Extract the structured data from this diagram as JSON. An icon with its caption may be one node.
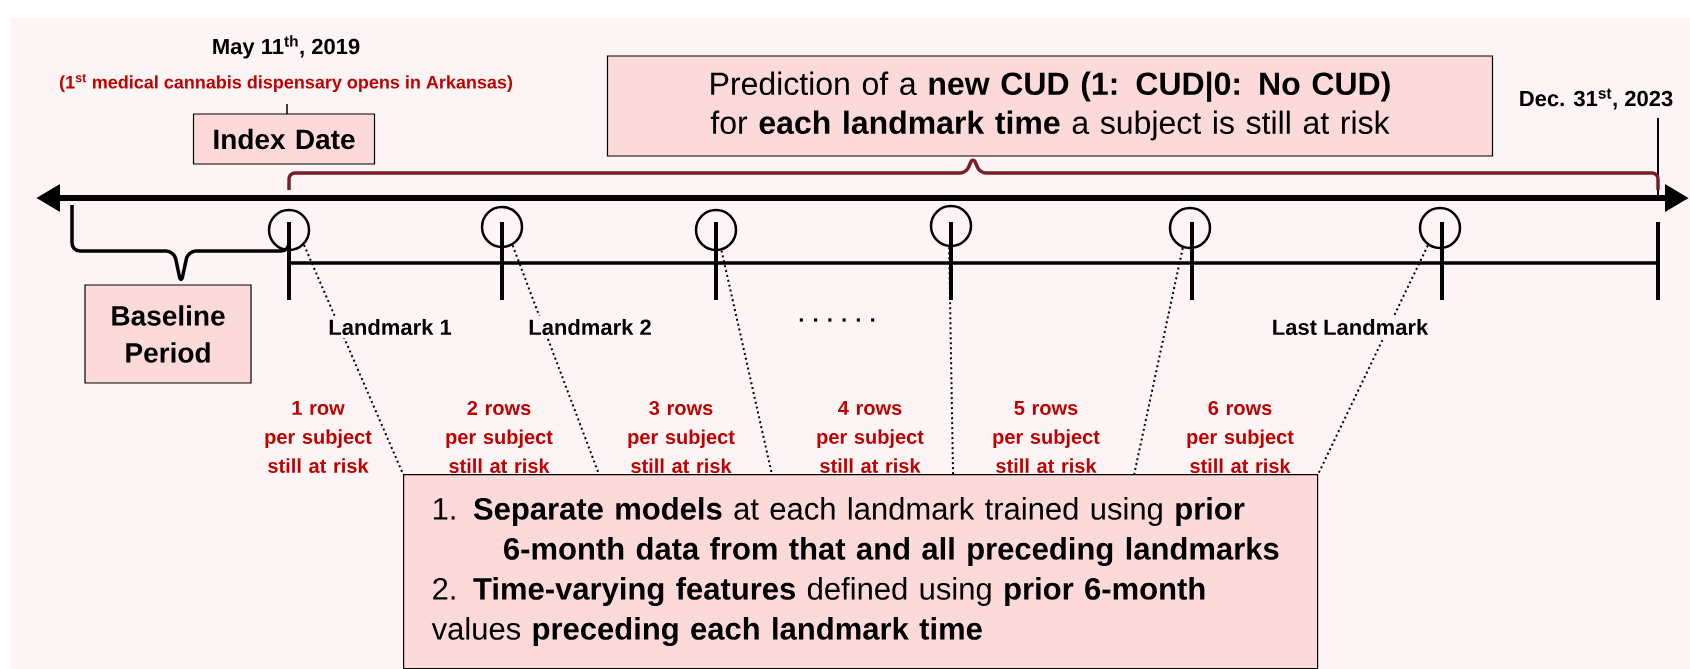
{
  "diagram": {
    "nodes": [
      {
        "text": [
          "Prediction of a **new CUD (1: CUD|0: No CUD)** for **each landmark time** a subject is still at risk"
        ]
      },
      {
        "text": [
          "Index Date"
        ]
      },
      {
        "text": [
          "Baseline Period"
        ]
      },
      {
        "text": [
          "1. **Separate models** at each landmark trained using **prior 6-month data from that and all preceding landmarks**",
          "2. **Time-varying features** defined using **prior 6-month** values **preceding each landmark time**"
        ]
      },
      {
        "text": [],
        "shape": "circle"
      },
      {
        "text": [],
        "shape": "circle"
      },
      {
        "text": [],
        "shape": "circle"
      },
      {
        "text": [],
        "shape": "circle"
      },
      {
        "text": [],
        "shape": "circle"
      },
      {
        "text": [],
        "shape": "circle"
      }
    ],
    "edges": [
      {
        "from": 4,
        "to": 3,
        "arrow": "none",
        "style": "dashed"
      },
      {
        "from": 5,
        "to": 3,
        "arrow": "none",
        "style": "dashed"
      },
      {
        "from": 6,
        "to": 3,
        "arrow": "none",
        "style": "dashed"
      },
      {
        "from": 7,
        "to": 3,
        "arrow": "none",
        "style": "dashed"
      },
      {
        "from": 8,
        "to": 3,
        "arrow": "none",
        "style": "dashed"
      },
      {
        "from": 9,
        "to": 3,
        "arrow": "none",
        "style": "dashed"
      }
    ],
    "labels": [
      "May 11$^{th}$, 2019",
      "(1$^{st}$ medical cannabis dispensary opens in Arkansas)",
      "Dec. 31$^{st}$, 2023",
      "Landmark 1",
      "Landmark 2",
      ". . . . . .",
      "Last Landmark",
      "1 row per subject still at risk",
      "2 rows per subject still at risk",
      "3 rows per subject still at risk",
      "4 rows per subject still at risk",
      "5 rows per subject still at risk",
      "6 rows per subject still at risk"
    ]
  }
}
